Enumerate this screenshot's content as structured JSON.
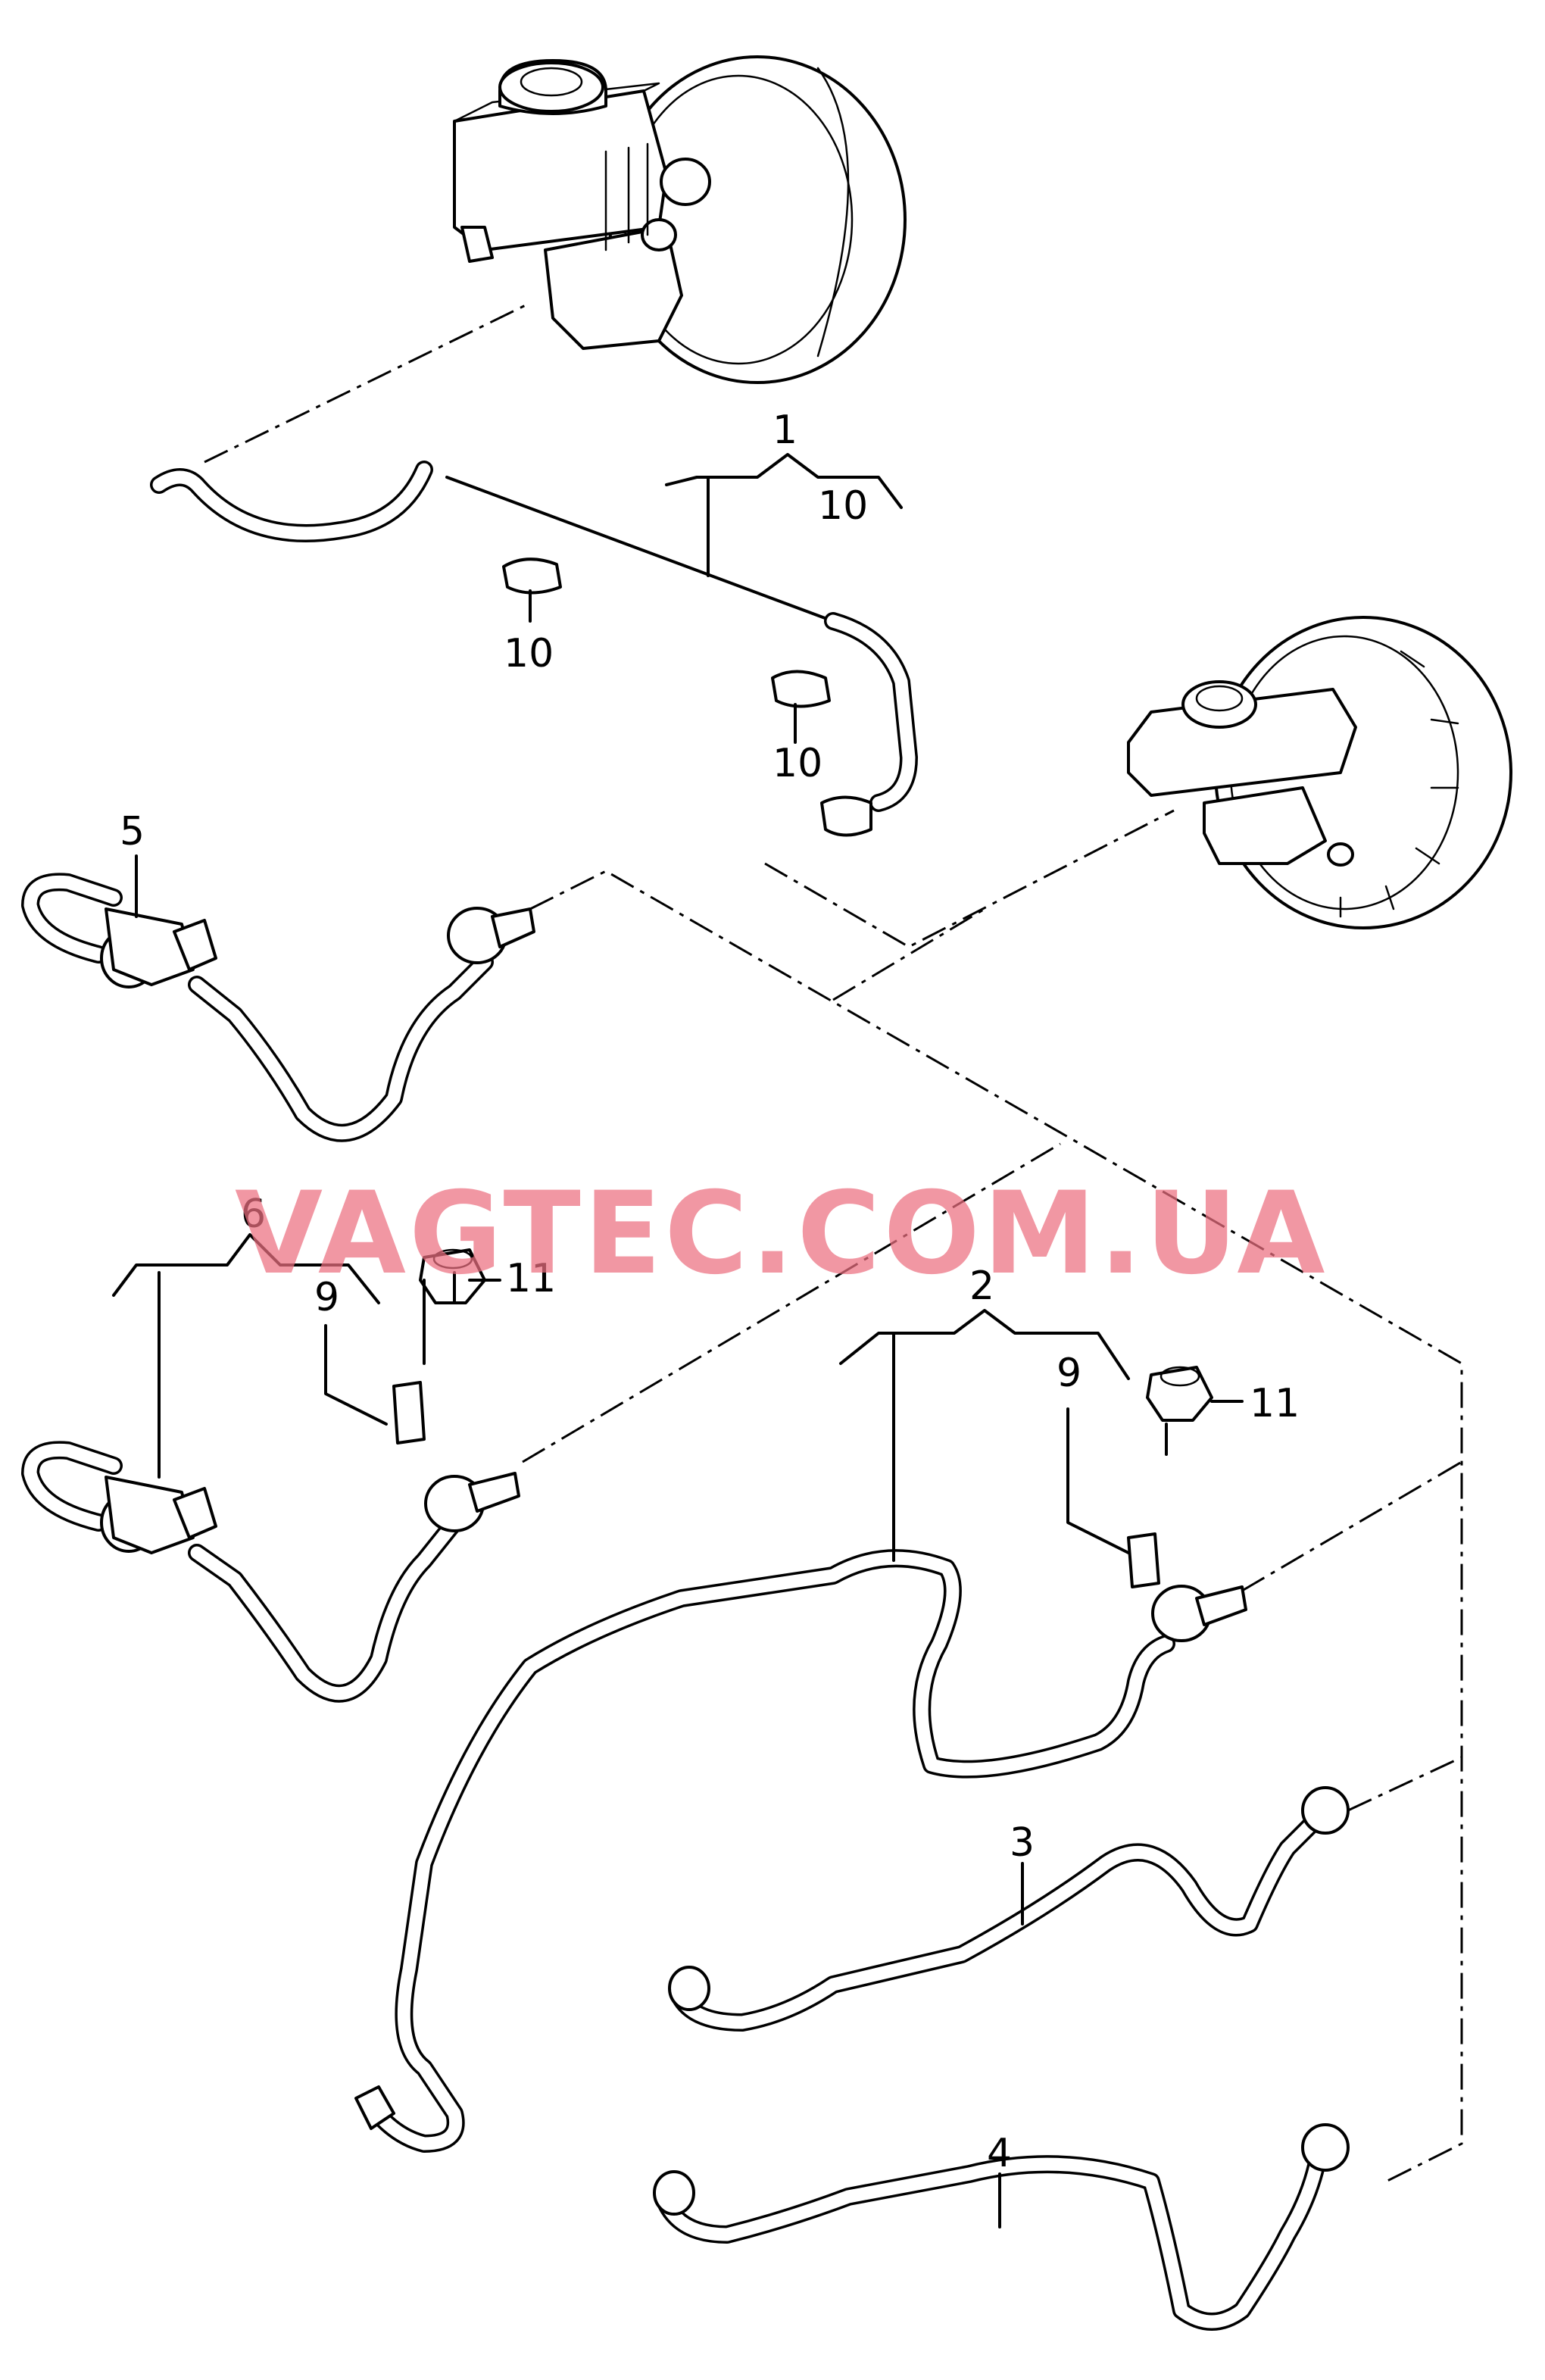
{
  "diagram": {
    "callouts": [
      {
        "id": "c1",
        "text": "1"
      },
      {
        "id": "c10a",
        "text": "10"
      },
      {
        "id": "c10b",
        "text": "10"
      },
      {
        "id": "c10c",
        "text": "10"
      },
      {
        "id": "c5",
        "text": "5"
      },
      {
        "id": "c6",
        "text": "6"
      },
      {
        "id": "c9a",
        "text": "9"
      },
      {
        "id": "c11a",
        "text": "11"
      },
      {
        "id": "c2",
        "text": "2"
      },
      {
        "id": "c9b",
        "text": "9"
      },
      {
        "id": "c11b",
        "text": "11"
      },
      {
        "id": "c3",
        "text": "3"
      },
      {
        "id": "c4",
        "text": "4"
      }
    ],
    "watermark": "VAGTEC.COM.UA"
  }
}
